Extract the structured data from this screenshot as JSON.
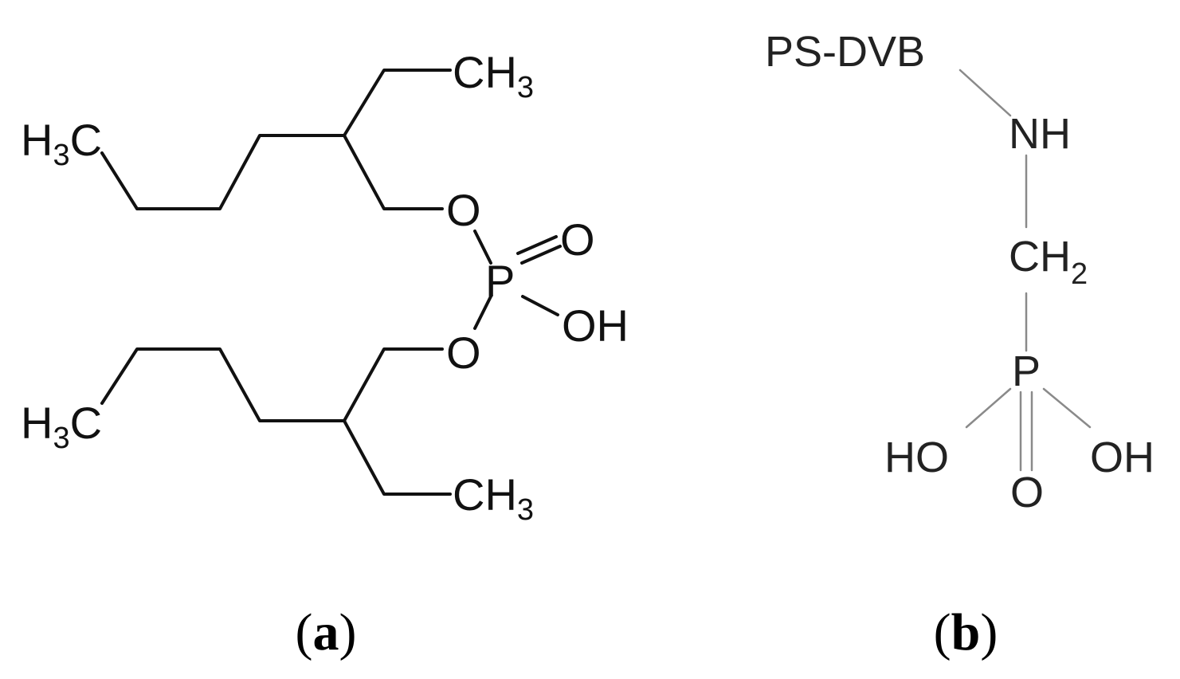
{
  "panel_a": {
    "label": "a",
    "atoms": {
      "ch3_top": {
        "main": "CH",
        "sub": "3"
      },
      "h3c_top": {
        "sub": "3",
        "main": "H",
        "tail": "C"
      },
      "o_top": "O",
      "o_double": "O",
      "p": "P",
      "oh": "OH",
      "o_bottom": "O",
      "h3c_bottom": {
        "main": "H",
        "sub": "3",
        "tail": "C"
      },
      "ch3_bottom": {
        "main": "CH",
        "sub": "3"
      }
    }
  },
  "panel_b": {
    "label": "b",
    "atoms": {
      "ps_dvb": "PS-DVB",
      "nh": "NH",
      "ch2": {
        "main": "CH",
        "sub": "2"
      },
      "p": "P",
      "ho": "HO",
      "oh": "OH",
      "o": "O"
    }
  },
  "colors": {
    "bond_a": "#111111",
    "bond_b": "#8a8a8a",
    "text": "#111111"
  }
}
